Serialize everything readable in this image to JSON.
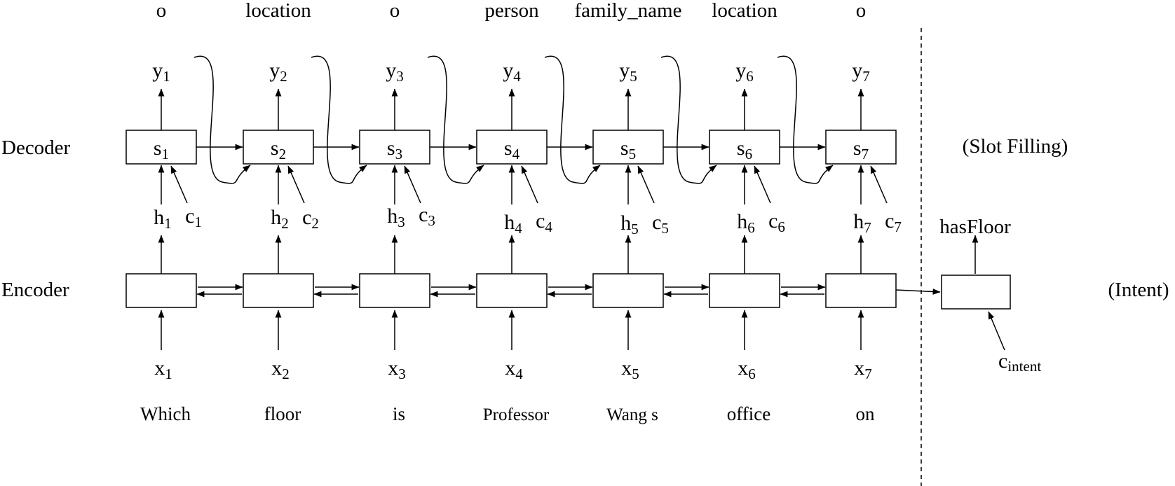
{
  "row_labels": {
    "decoder": "Decoder",
    "encoder": "Encoder"
  },
  "task_labels": {
    "slot_filling": "(Slot Filling)",
    "intent": "(Intent)"
  },
  "slot_tags": [
    "o",
    "location",
    "o",
    "person",
    "family_name",
    "location",
    "o"
  ],
  "symbols": {
    "output": "y",
    "decoder_state": "s",
    "hidden": "h",
    "context": "c",
    "input": "x"
  },
  "indices": [
    "1",
    "2",
    "3",
    "4",
    "5",
    "6",
    "7"
  ],
  "words": [
    "Which",
    "floor",
    "is",
    "Professor",
    "Wang s",
    "office",
    "on"
  ],
  "intent": {
    "label": "hasFloor",
    "context_symbol": "c",
    "context_subscript": "intent"
  },
  "colors": {
    "stroke": "#000000",
    "background": "#ffffff"
  }
}
